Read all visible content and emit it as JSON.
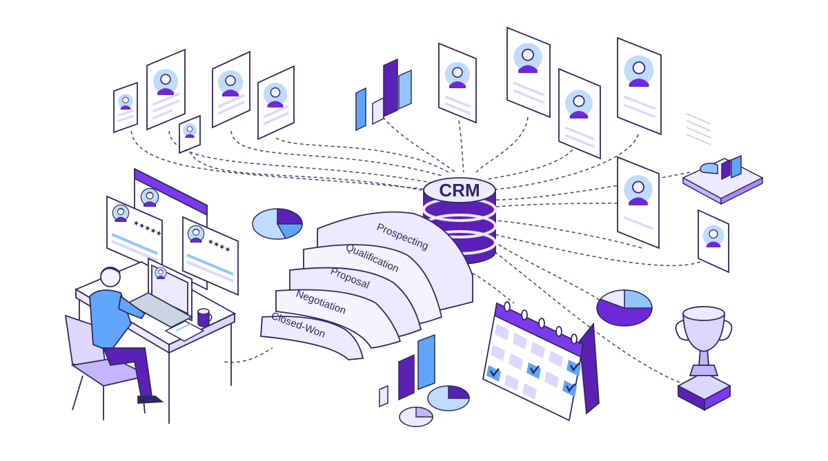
{
  "crm": {
    "label": "CRM"
  },
  "funnel": {
    "stages": [
      {
        "label": "Prospecting"
      },
      {
        "label": "Qualification"
      },
      {
        "label": "Proposal"
      },
      {
        "label": "Negotiation"
      },
      {
        "label": "Closed-Won"
      }
    ]
  },
  "colors": {
    "ink": "#2d2a5e",
    "purple": "#5b21b6",
    "violet": "#7c3aed",
    "lavender": "#ddd6fe",
    "lavender_light": "#ede9fe",
    "blue": "#60a5fa",
    "blue_light": "#bfdbfe",
    "line": "#4b4f7a"
  },
  "icons": {
    "contact_card": "person-card-icon",
    "bar_chart": "bar-chart-icon",
    "pie_chart": "pie-chart-icon",
    "calendar": "calendar-icon",
    "trophy": "trophy-icon",
    "database": "database-icon",
    "laptop": "laptop-icon",
    "mug": "mug-icon"
  }
}
